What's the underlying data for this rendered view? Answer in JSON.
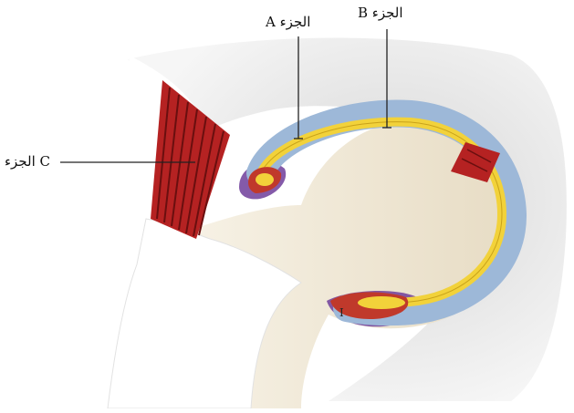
{
  "diagram": {
    "labels": {
      "part_a": "A الجزء",
      "part_b": "B الجزء",
      "part_c": "الجزء C"
    },
    "structure_colors": {
      "outer_membrane": "#9db8d8",
      "inner_layer": "#f2d23a",
      "ligament": "#b52222",
      "tissue_base": "#efe8d4",
      "shadow": "#d8d8d8"
    }
  }
}
